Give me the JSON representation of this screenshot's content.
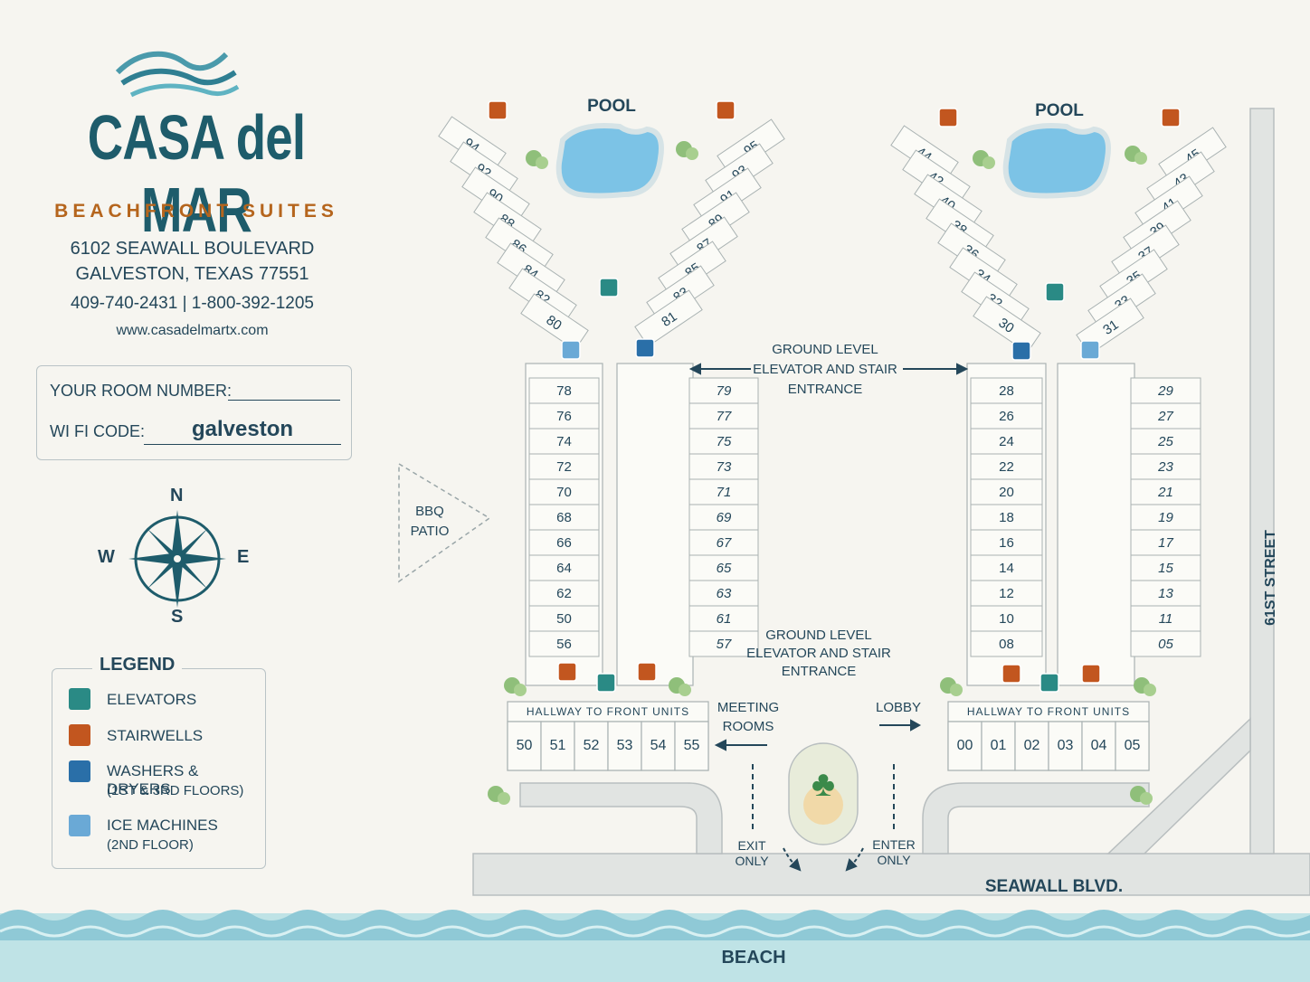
{
  "brand": {
    "name": "CASA del MAR",
    "subtitle": "BEACHFRONT SUITES"
  },
  "contact": {
    "address_line1": "6102 SEAWALL BOULEVARD",
    "address_line2": "GALVESTON, TEXAS 77551",
    "phones": "409-740-2431  |  1-800-392-1205",
    "website": "www.casadelmartx.com"
  },
  "guest_card": {
    "room_label": "YOUR ROOM NUMBER:",
    "wifi_label": "WI FI CODE:",
    "wifi_code": "galveston"
  },
  "compass": {
    "n": "N",
    "s": "S",
    "e": "E",
    "w": "W"
  },
  "legend": {
    "title": "LEGEND",
    "items": [
      {
        "label": "ELEVATORS",
        "note": "",
        "color": "#2a8a85",
        "icon": "elevator-icon"
      },
      {
        "label": "STAIRWELLS",
        "note": "",
        "color": "#c2561f",
        "icon": "stairs-icon"
      },
      {
        "label": "WASHERS & DRYERS",
        "note": "(1ST & 3RD FLOORS)",
        "color": "#2a6fa8",
        "icon": "washer-icon"
      },
      {
        "label": "ICE MACHINES",
        "note": "(2ND FLOOR)",
        "color": "#6aa9d6",
        "icon": "ice-icon"
      }
    ]
  },
  "map": {
    "pool": "POOL",
    "bbq_line1": "BBQ",
    "bbq_line2": "PATIO",
    "ground_top": [
      "GROUND LEVEL",
      "ELEVATOR AND STAIR",
      "ENTRANCE"
    ],
    "ground_bottom": [
      "GROUND LEVEL",
      "ELEVATOR AND STAIR",
      "ENTRANCE"
    ],
    "hallway": "HALLWAY TO FRONT UNITS",
    "meeting_line1": "MEETING",
    "meeting_line2": "ROOMS",
    "lobby": "LOBBY",
    "exit_line1": "EXIT",
    "exit_line2": "ONLY",
    "enter_line1": "ENTER",
    "enter_line2": "ONLY",
    "seawall": "SEAWALL BLVD.",
    "street": "61ST STREET",
    "beach": "BEACH"
  },
  "units": {
    "west_upper_left": [
      "94",
      "92",
      "90",
      "88",
      "86",
      "84",
      "82",
      "80"
    ],
    "west_upper_right": [
      "95",
      "93",
      "91",
      "89",
      "87",
      "85",
      "83",
      "81"
    ],
    "west_tower_left": [
      "78",
      "76",
      "74",
      "72",
      "70",
      "68",
      "66",
      "64",
      "62",
      "50",
      "56"
    ],
    "west_tower_right": [
      "79",
      "77",
      "75",
      "73",
      "71",
      "69",
      "67",
      "65",
      "63",
      "61",
      "57"
    ],
    "west_front": [
      "50",
      "51",
      "52",
      "53",
      "54",
      "55"
    ],
    "east_upper_left": [
      "44",
      "42",
      "40",
      "38",
      "36",
      "34",
      "32",
      "30"
    ],
    "east_upper_right": [
      "45",
      "43",
      "41",
      "39",
      "37",
      "35",
      "33",
      "31"
    ],
    "east_tower_left": [
      "28",
      "26",
      "24",
      "22",
      "20",
      "18",
      "16",
      "14",
      "12",
      "10",
      "08"
    ],
    "east_tower_right": [
      "29",
      "27",
      "25",
      "23",
      "21",
      "19",
      "17",
      "15",
      "13",
      "11",
      "05"
    ],
    "east_front": [
      "00",
      "01",
      "02",
      "03",
      "04",
      "05"
    ]
  },
  "colors": {
    "navy": "#24475a",
    "teal": "#1e5c6b",
    "orange": "#c2561f",
    "elevator": "#2a8a85",
    "water": "#8fc9d6"
  }
}
